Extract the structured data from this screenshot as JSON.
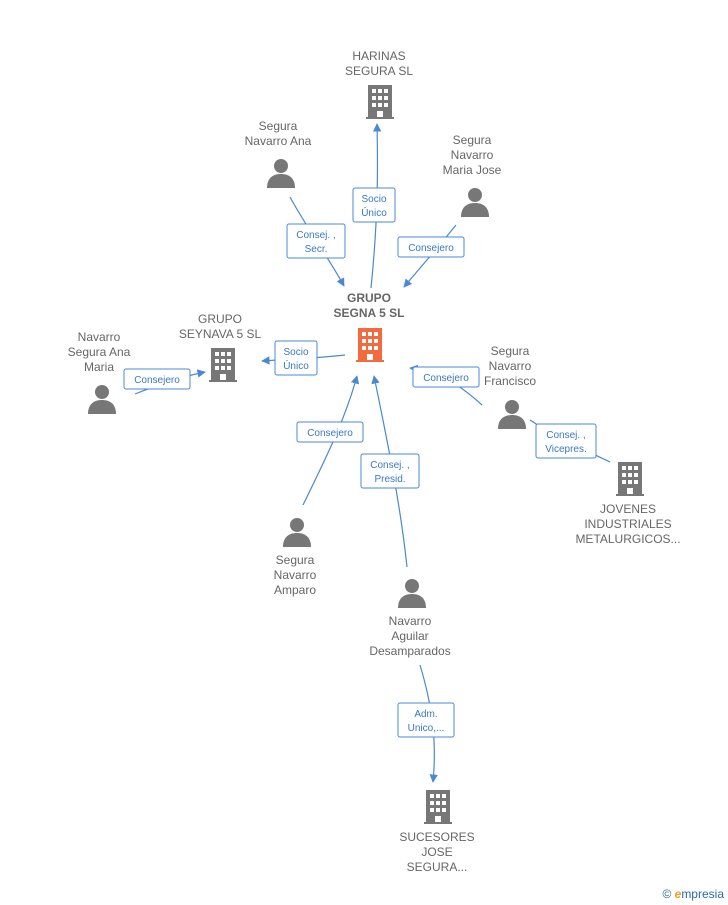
{
  "colors": {
    "edge": "#4a88d4",
    "node": "#777777",
    "center_node": "#f26a3d"
  },
  "nodes": {
    "harinas": {
      "type": "company",
      "lines": [
        "HARINAS",
        "SEGURA  SL"
      ]
    },
    "segura_ana": {
      "type": "person",
      "lines": [
        "Segura",
        "Navarro Ana"
      ]
    },
    "segura_maria_jose": {
      "type": "person",
      "lines": [
        "Segura",
        "Navarro",
        "Maria Jose"
      ]
    },
    "grupo_segna": {
      "type": "company-center",
      "lines": [
        "GRUPO",
        "SEGNA 5  SL"
      ]
    },
    "grupo_seynava": {
      "type": "company",
      "lines": [
        "GRUPO",
        "SEYNAVA 5  SL"
      ]
    },
    "navarro_ana_maria": {
      "type": "person",
      "lines": [
        "Navarro",
        "Segura Ana",
        "Maria"
      ]
    },
    "segura_francisco": {
      "type": "person",
      "lines": [
        "Segura",
        "Navarro",
        "Francisco"
      ]
    },
    "jovenes": {
      "type": "company",
      "lines": [
        "JOVENES",
        "INDUSTRIALES",
        "METALURGICOS..."
      ]
    },
    "segura_amparo": {
      "type": "person",
      "lines": [
        "Segura",
        "Navarro",
        "Amparo"
      ]
    },
    "navarro_desamparados": {
      "type": "person",
      "lines": [
        "Navarro",
        "Aguilar",
        "Desamparados"
      ]
    },
    "sucesores": {
      "type": "company",
      "lines": [
        "SUCESORES",
        "JOSE",
        "SEGURA..."
      ]
    }
  },
  "relations": {
    "harinas_socio": [
      "Socio",
      "Único"
    ],
    "ana_consej": [
      "Consej. ,",
      "Secr."
    ],
    "maria_jose_consejero": [
      "Consejero"
    ],
    "seynava_socio": [
      "Socio",
      "Único"
    ],
    "ana_maria_consejero": [
      "Consejero"
    ],
    "francisco_consejero": [
      "Consejero"
    ],
    "francisco_jovenes": [
      "Consej. ,",
      "Vicepres."
    ],
    "amparo_consejero": [
      "Consejero"
    ],
    "desamparados_presid": [
      "Consej. ,",
      "Presid."
    ],
    "desamparados_adm": [
      "Adm.",
      "Unico,..."
    ]
  },
  "watermark": {
    "symbol": "©",
    "brand_initial": "e",
    "brand_rest": "mpresia"
  }
}
